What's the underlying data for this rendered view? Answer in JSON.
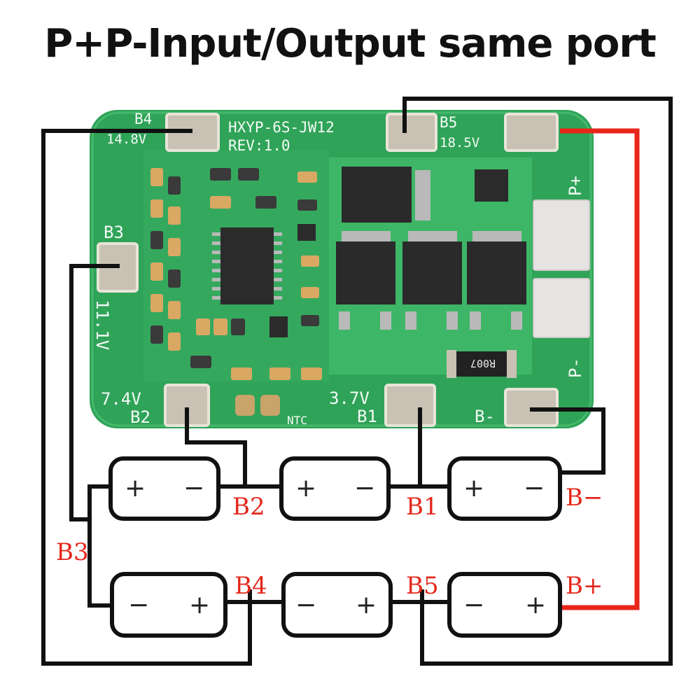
{
  "title": "P+P-Input/Output same port",
  "board": {
    "model": "HXYP-6S-JW12",
    "revision": "REV:1.0",
    "shunt_marking": "R007",
    "pads": {
      "b4": {
        "label": "B4",
        "voltage": "14.8V"
      },
      "b5": {
        "label": "B5",
        "voltage": "18.5V"
      },
      "b3": {
        "label": "B3",
        "voltage": "11.1V"
      },
      "b2": {
        "label": "B2",
        "voltage": "7.4V"
      },
      "b1": {
        "label": "B1",
        "voltage": "3.7V"
      },
      "bminus": {
        "label": "B-"
      },
      "pplus": {
        "label": "P+"
      },
      "pminus": {
        "label": "P-"
      },
      "ntc": {
        "label": "NTC"
      }
    }
  },
  "nodes": {
    "b2": "B2",
    "b1": "B1",
    "bminus": "B−",
    "b3": "B3",
    "b4": "B4",
    "b5": "B5",
    "bplus": "B+"
  },
  "cells": {
    "plus": "+",
    "minus": "−"
  },
  "colors": {
    "pcb": "#2fa358",
    "pad": "#c9c2b4",
    "wire": "#111111",
    "positive_wire": "#e8261a",
    "label": "#e4281c"
  }
}
